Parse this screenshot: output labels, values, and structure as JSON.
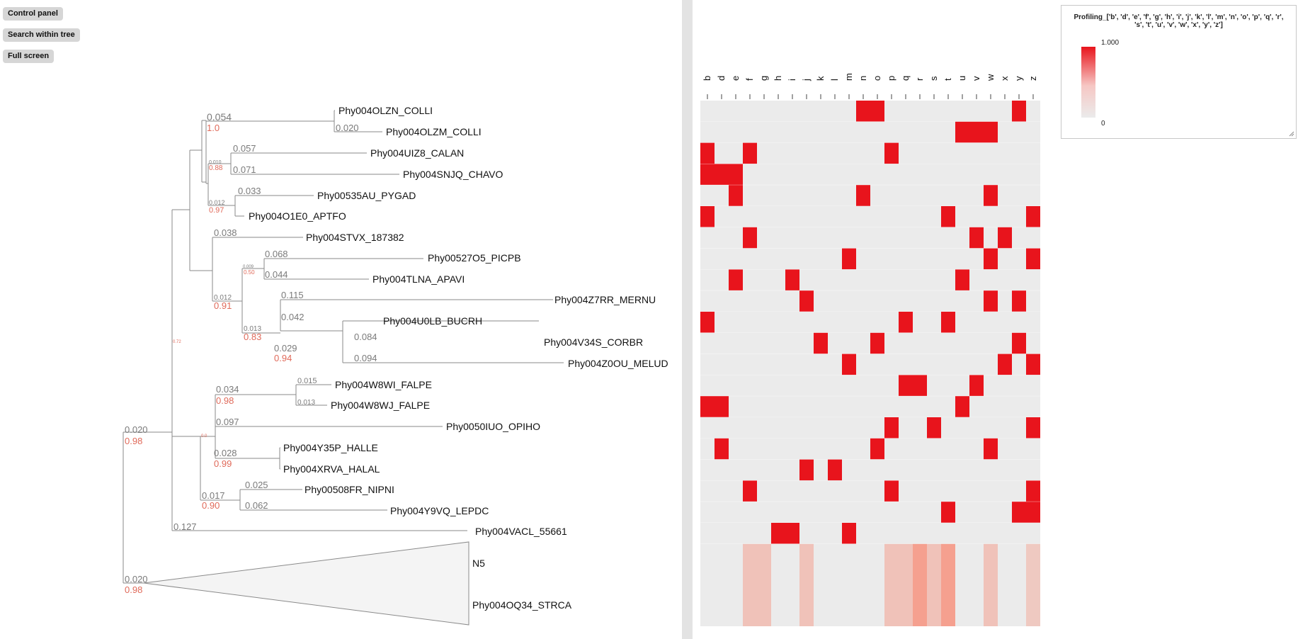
{
  "buttons": {
    "control_panel": "Control panel",
    "search": "Search within tree",
    "fullscreen": "Full screen"
  },
  "colors": {
    "line": "#8a8a8a",
    "support": "#e06a5a",
    "branch": "#7a7a7a",
    "hot": "#e8141c",
    "cell": "#ebebeb"
  },
  "legend": {
    "title": "Profiling_['b', 'd', 'e', 'f', 'g', 'h', 'i', 'j', 'k', 'l', 'm', 'n', 'o', 'p', 'q', 'r', 's', 't', 'u', 'v', 'w', 'x', 'y', 'z']",
    "max": "1.000",
    "min": "0"
  },
  "heatmap": {
    "columns": [
      "b",
      "d",
      "e",
      "f",
      "g",
      "h",
      "i",
      "j",
      "k",
      "l",
      "m",
      "n",
      "o",
      "p",
      "q",
      "r",
      "s",
      "t",
      "u",
      "v",
      "w",
      "x",
      "y",
      "z"
    ],
    "rows": [
      [
        0,
        0,
        0,
        0,
        0,
        0,
        0,
        0,
        0,
        0,
        0,
        1,
        1,
        0,
        0,
        0,
        0,
        0,
        0,
        0,
        0,
        0,
        1,
        0
      ],
      [
        0,
        0,
        0,
        0,
        0,
        0,
        0,
        0,
        0,
        0,
        0,
        0,
        0,
        0,
        0,
        0,
        0,
        0,
        1,
        1,
        1,
        0,
        0,
        0
      ],
      [
        1,
        0,
        0,
        1,
        0,
        0,
        0,
        0,
        0,
        0,
        0,
        0,
        0,
        1,
        0,
        0,
        0,
        0,
        0,
        0,
        0,
        0,
        0,
        0
      ],
      [
        1,
        1,
        1,
        0,
        0,
        0,
        0,
        0,
        0,
        0,
        0,
        0,
        0,
        0,
        0,
        0,
        0,
        0,
        0,
        0,
        0,
        0,
        0,
        0
      ],
      [
        0,
        0,
        1,
        0,
        0,
        0,
        0,
        0,
        0,
        0,
        0,
        1,
        0,
        0,
        0,
        0,
        0,
        0,
        0,
        0,
        1,
        0,
        0,
        0
      ],
      [
        1,
        0,
        0,
        0,
        0,
        0,
        0,
        0,
        0,
        0,
        0,
        0,
        0,
        0,
        0,
        0,
        0,
        1,
        0,
        0,
        0,
        0,
        0,
        1
      ],
      [
        0,
        0,
        0,
        1,
        0,
        0,
        0,
        0,
        0,
        0,
        0,
        0,
        0,
        0,
        0,
        0,
        0,
        0,
        0,
        1,
        0,
        1,
        0,
        0
      ],
      [
        0,
        0,
        0,
        0,
        0,
        0,
        0,
        0,
        0,
        0,
        1,
        0,
        0,
        0,
        0,
        0,
        0,
        0,
        0,
        0,
        1,
        0,
        0,
        1
      ],
      [
        0,
        0,
        1,
        0,
        0,
        0,
        1,
        0,
        0,
        0,
        0,
        0,
        0,
        0,
        0,
        0,
        0,
        0,
        1,
        0,
        0,
        0,
        0,
        0
      ],
      [
        0,
        0,
        0,
        0,
        0,
        0,
        0,
        1,
        0,
        0,
        0,
        0,
        0,
        0,
        0,
        0,
        0,
        0,
        0,
        0,
        1,
        0,
        1,
        0
      ],
      [
        1,
        0,
        0,
        0,
        0,
        0,
        0,
        0,
        0,
        0,
        0,
        0,
        0,
        0,
        1,
        0,
        0,
        1,
        0,
        0,
        0,
        0,
        0,
        0
      ],
      [
        0,
        0,
        0,
        0,
        0,
        0,
        0,
        0,
        1,
        0,
        0,
        0,
        1,
        0,
        0,
        0,
        0,
        0,
        0,
        0,
        0,
        0,
        1,
        0
      ],
      [
        0,
        0,
        0,
        0,
        0,
        0,
        0,
        0,
        0,
        0,
        1,
        0,
        0,
        0,
        0,
        0,
        0,
        0,
        0,
        0,
        0,
        1,
        0,
        1
      ],
      [
        0,
        0,
        0,
        0,
        0,
        0,
        0,
        0,
        0,
        0,
        0,
        0,
        0,
        0,
        1,
        1,
        0,
        0,
        0,
        1,
        0,
        0,
        0,
        0
      ],
      [
        1,
        1,
        0,
        0,
        0,
        0,
        0,
        0,
        0,
        0,
        0,
        0,
        0,
        0,
        0,
        0,
        0,
        0,
        1,
        0,
        0,
        0,
        0,
        0
      ],
      [
        0,
        0,
        0,
        0,
        0,
        0,
        0,
        0,
        0,
        0,
        0,
        0,
        0,
        1,
        0,
        0,
        1,
        0,
        0,
        0,
        0,
        0,
        0,
        1
      ],
      [
        0,
        1,
        0,
        0,
        0,
        0,
        0,
        0,
        0,
        0,
        0,
        0,
        1,
        0,
        0,
        0,
        0,
        0,
        0,
        0,
        1,
        0,
        0,
        0
      ],
      [
        0,
        0,
        0,
        0,
        0,
        0,
        0,
        1,
        0,
        1,
        0,
        0,
        0,
        0,
        0,
        0,
        0,
        0,
        0,
        0,
        0,
        0,
        0,
        0
      ],
      [
        0,
        0,
        0,
        1,
        0,
        0,
        0,
        0,
        0,
        0,
        0,
        0,
        0,
        1,
        0,
        0,
        0,
        0,
        0,
        0,
        0,
        0,
        0,
        1
      ],
      [
        0,
        0,
        0,
        0,
        0,
        0,
        0,
        0,
        0,
        0,
        0,
        0,
        0,
        0,
        0,
        0,
        0,
        1,
        0,
        0,
        0,
        0,
        1,
        1
      ],
      [
        0,
        0,
        0,
        0,
        0,
        1,
        1,
        0,
        0,
        0,
        1,
        0,
        0,
        0,
        0,
        0,
        0,
        0,
        0,
        0,
        0,
        0,
        0,
        0
      ]
    ],
    "collapsed_row": [
      0,
      0,
      0,
      0.12,
      0.12,
      0,
      0,
      0.12,
      0,
      0,
      0,
      0,
      0,
      0.12,
      0.12,
      0.22,
      0.12,
      0.22,
      0,
      0,
      0.12,
      0,
      0,
      0.1
    ]
  },
  "tree": {
    "leaves": [
      "Phy004OLZN_COLLI",
      "Phy004OLZM_COLLI",
      "Phy004UIZ8_CALAN",
      "Phy004SNJQ_CHAVO",
      "Phy00535AU_PYGAD",
      "Phy004O1E0_APTFO",
      "Phy004STVX_187382",
      "Phy00527O5_PICPB",
      "Phy004TLNA_APAVI",
      "Phy004Z7RR_MERNU",
      "Phy004U0LB_BUCRH",
      "Phy004V34S_CORBR",
      "Phy004Z0OU_MELUD",
      "Phy004W8WI_FALPE",
      "Phy004W8WJ_FALPE",
      "Phy0050IUO_OPIHO",
      "Phy004Y35P_HALLE",
      "Phy004XRVA_HALAL",
      "Phy00508FR_NIPNI",
      "Phy004Y9VQ_LEPDC",
      "Phy004VACL_55661"
    ],
    "collapsed": {
      "top_label": "N5",
      "bottom_label": "Phy004OQ34_STRCA"
    },
    "branch_labels": [
      "0.054",
      "0.020",
      "0.057",
      "0.071",
      "0.010",
      "0.033",
      "0.012",
      "0.038",
      "0.068",
      "0.044",
      "0.009",
      "0.115",
      "0.042",
      "0.012",
      "0.084",
      "0.094",
      "0.029",
      "0.013",
      "0.015",
      "0.013",
      "0.034",
      "0.097",
      "0.028",
      "0.025",
      "0.062",
      "0.017",
      "0.020",
      "0.127",
      "0.020"
    ],
    "support_labels": [
      "1.0",
      "0.88",
      "0.97",
      "0.50",
      "0.91",
      "0.94",
      "0.83",
      "0.72",
      "0.98",
      "0.99",
      "0.90",
      "0.98",
      "0.98",
      "0.0"
    ]
  }
}
